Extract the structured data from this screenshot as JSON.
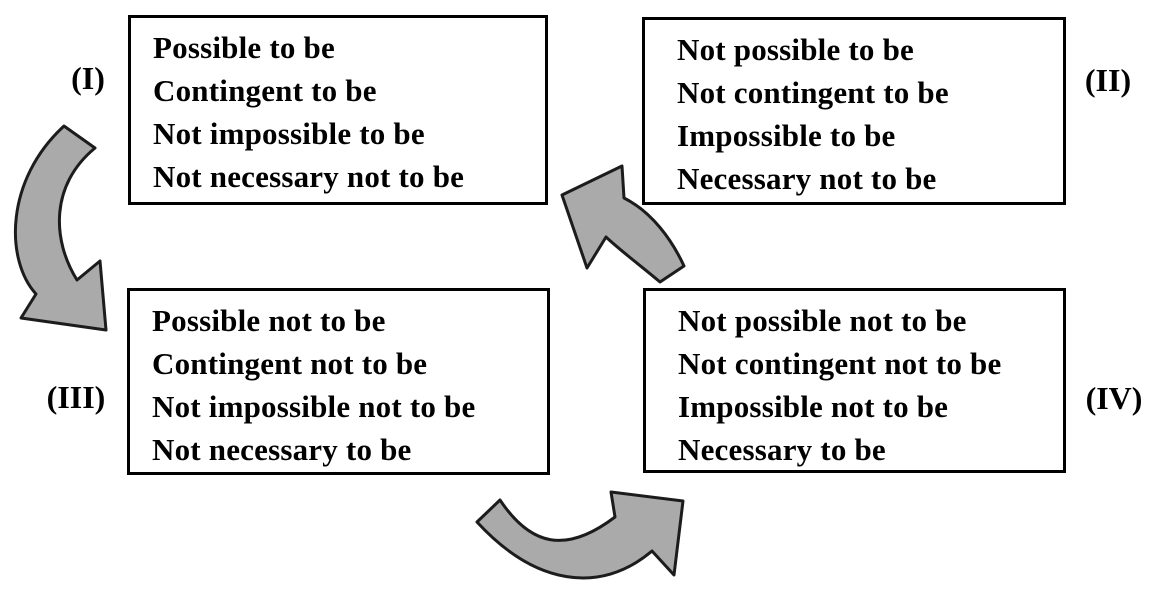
{
  "boxes": [
    {
      "label": "(I)",
      "lines": [
        "Possible to be",
        "Contingent to be",
        "Not impossible to be",
        "Not necessary not to be"
      ]
    },
    {
      "label": "(II)",
      "lines": [
        "Not possible to be",
        "Not contingent to be",
        "Impossible to be",
        "Necessary not to be"
      ]
    },
    {
      "label": "(III)",
      "lines": [
        "Possible not to be",
        "Contingent not to be",
        "Not impossible not to be",
        "Not necessary to be"
      ]
    },
    {
      "label": "(IV)",
      "lines": [
        "Not possible not to be",
        "Not contingent not to be",
        "Impossible not to be",
        "Necessary to be"
      ]
    }
  ],
  "arrows": [
    {
      "name": "curved-arrow-box1-to-box3"
    },
    {
      "name": "curved-arrow-box4-to-box1"
    },
    {
      "name": "curved-arrow-box3-to-box4"
    }
  ],
  "colors": {
    "arrow_fill": "#aaaaaa",
    "arrow_stroke": "#1c1c1c",
    "box_border": "#000000",
    "background": "#ffffff",
    "text": "#000000"
  }
}
